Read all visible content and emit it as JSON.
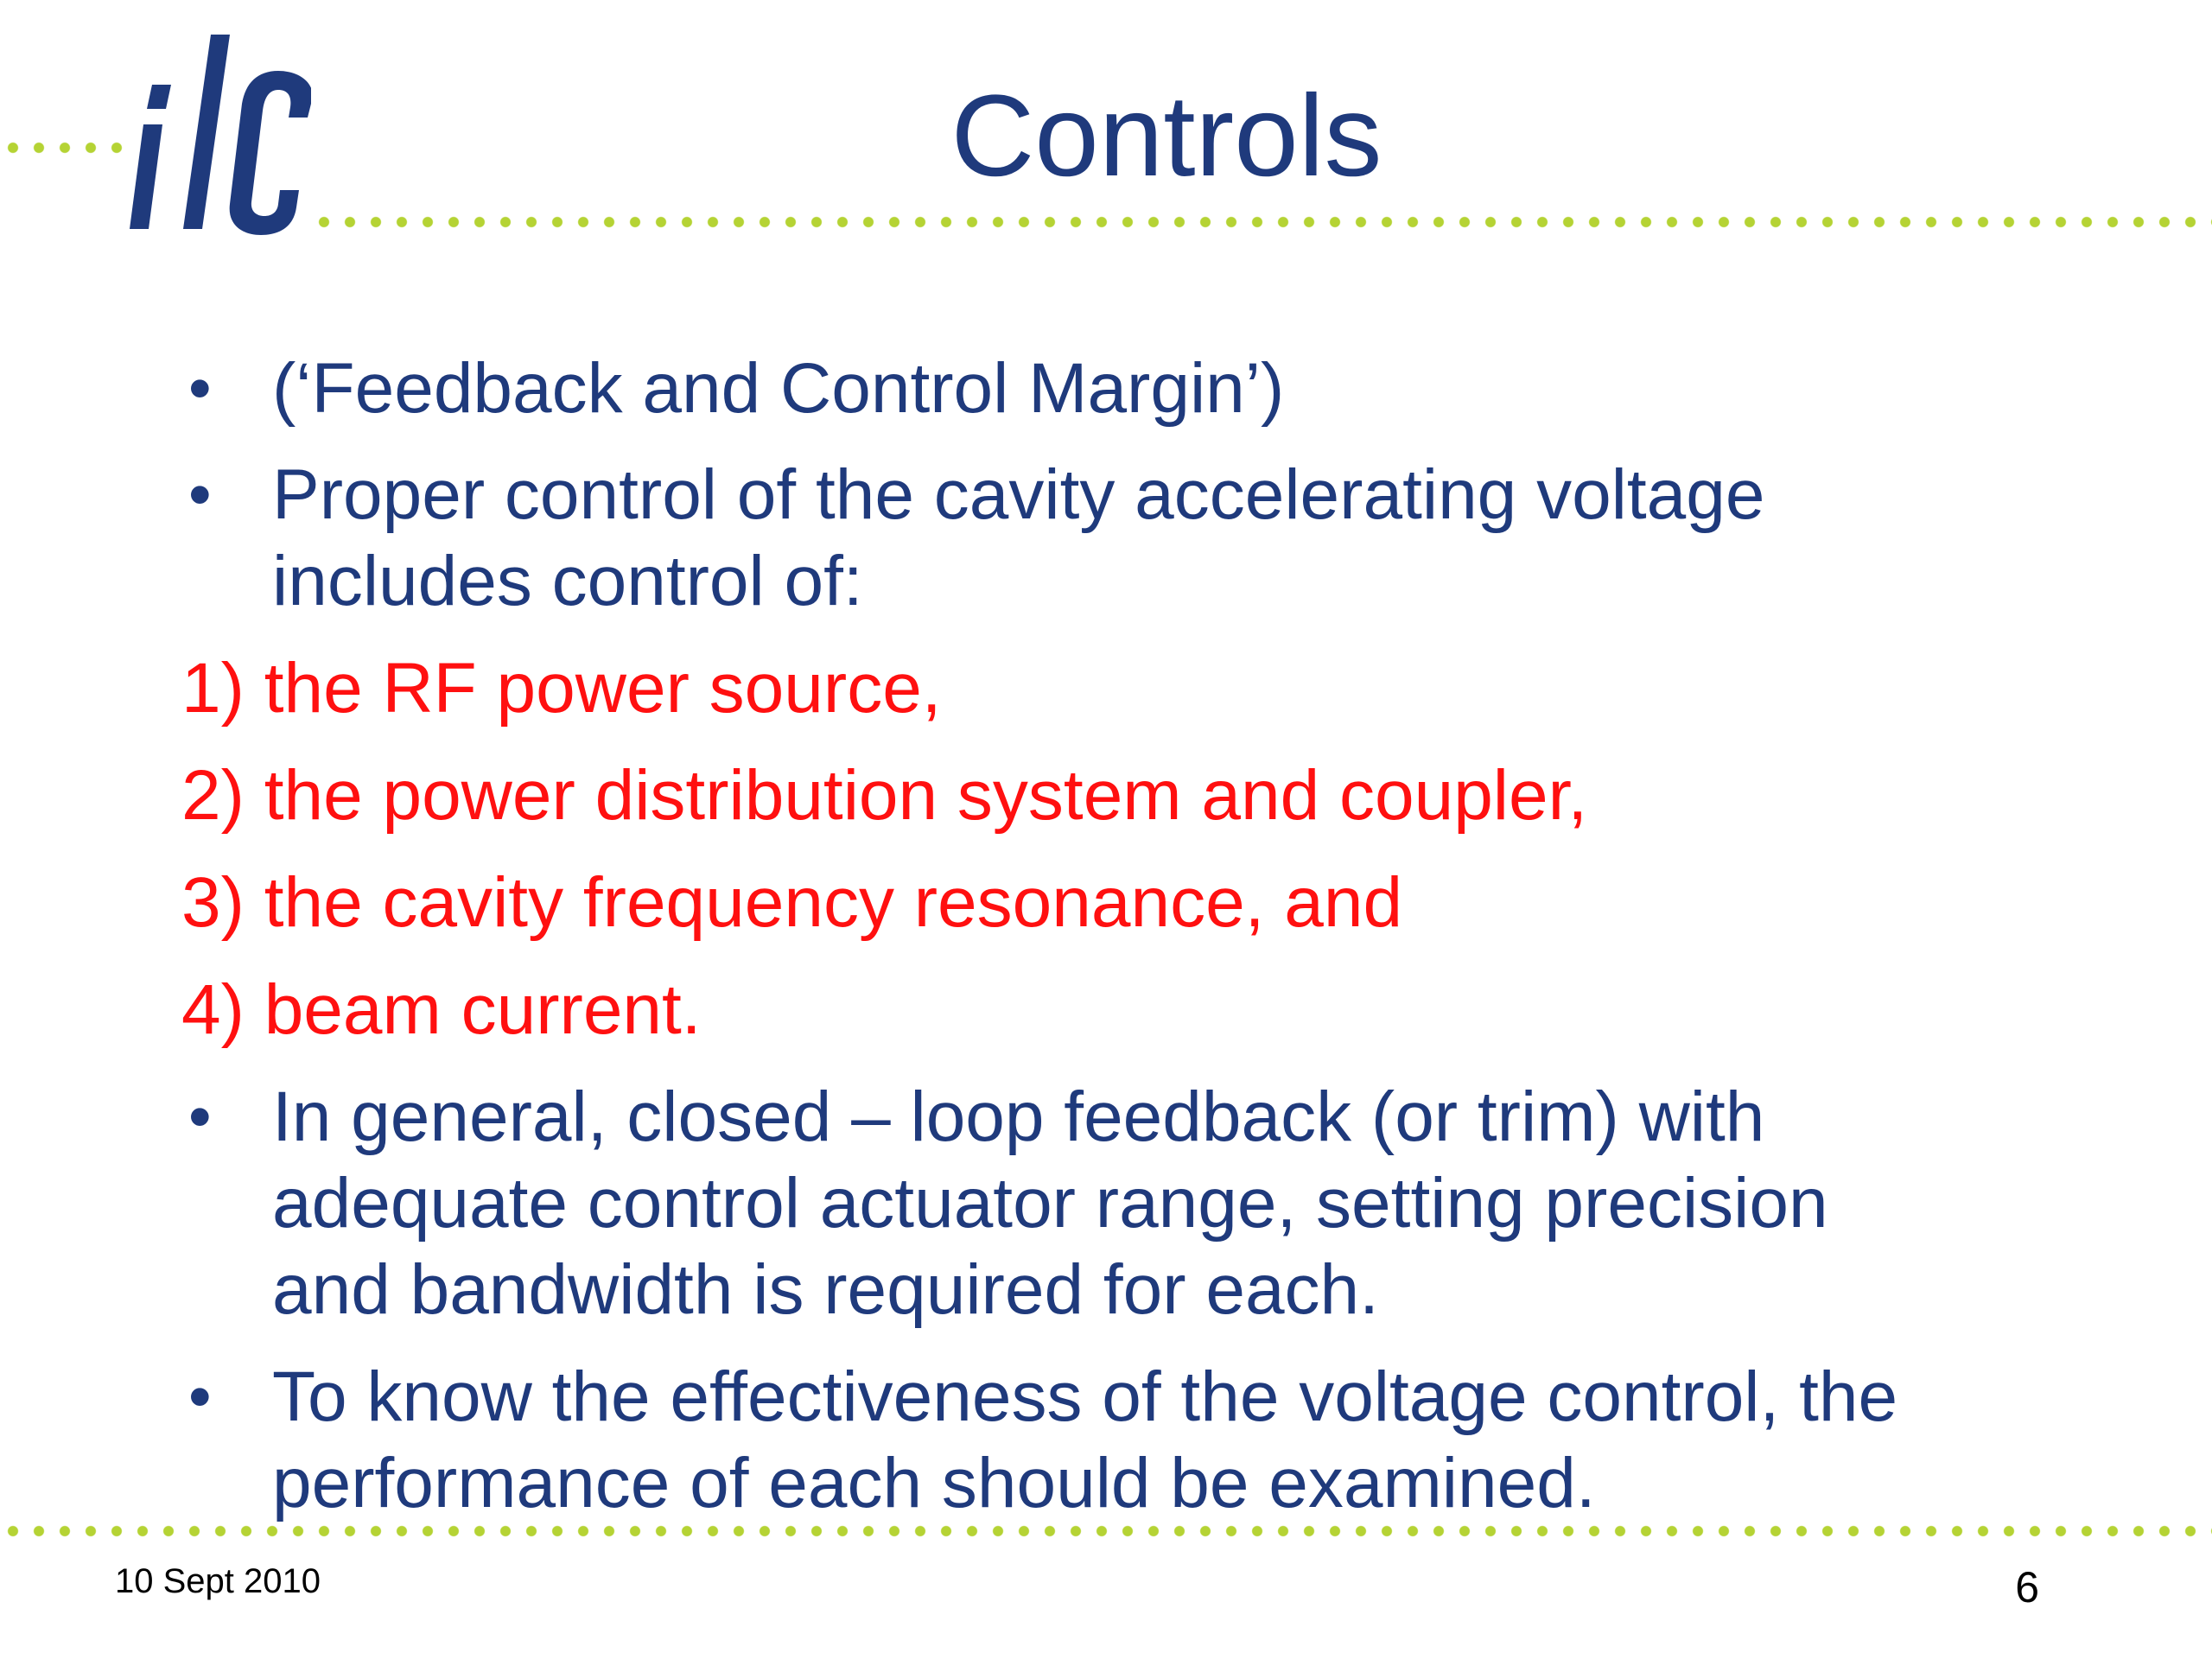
{
  "slide": {
    "title": "Controls",
    "logo_icon": "ilc-logo-icon",
    "colors": {
      "title": "#1f3a7c",
      "body": "#1f3a7c",
      "highlight": "#ff1010",
      "dots": "#b5d334"
    },
    "items": [
      {
        "type": "bullet",
        "marker": "•",
        "lines": [
          "(‘Feedback and Control Margin’)"
        ]
      },
      {
        "type": "bullet",
        "marker": "•",
        "lines": [
          "Proper control of the cavity accelerating voltage",
          "includes control of:"
        ]
      },
      {
        "type": "numbered",
        "lines": [
          "1) the RF power source,"
        ]
      },
      {
        "type": "numbered",
        "lines": [
          "2) the power distribution system and coupler,"
        ]
      },
      {
        "type": "numbered",
        "lines": [
          "3) the cavity frequency resonance, and"
        ]
      },
      {
        "type": "numbered",
        "lines": [
          "4) beam current."
        ]
      },
      {
        "type": "bullet",
        "marker": "•",
        "lines": [
          "In general, closed – loop feedback (or trim) with",
          "adequate control actuator range, setting precision",
          "and bandwidth is required for each."
        ]
      },
      {
        "type": "bullet",
        "marker": "•",
        "lines": [
          "To know the effectiveness of the voltage control, the",
          "performance of each should be examined."
        ]
      }
    ]
  },
  "footer": {
    "date": "10 Sept 2010",
    "page_number": "6"
  }
}
